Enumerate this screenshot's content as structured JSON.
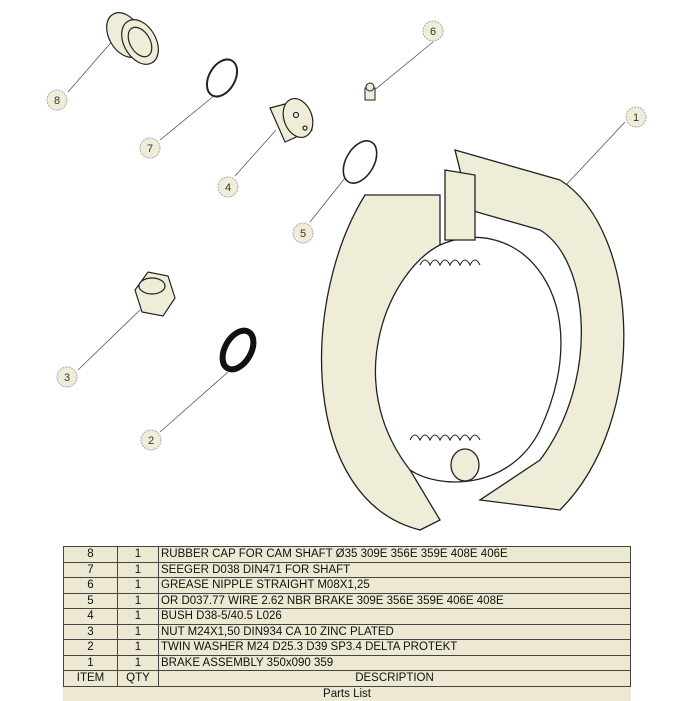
{
  "balloons": {
    "b1": "1",
    "b2": "2",
    "b3": "3",
    "b4": "4",
    "b5": "5",
    "b6": "6",
    "b7": "7",
    "b8": "8"
  },
  "colors": {
    "part_fill": "#efecd8",
    "table_bg": "#ece8d2",
    "line": "#222222"
  },
  "parts_list": {
    "title": "Parts List",
    "headers": {
      "item": "ITEM",
      "qty": "QTY",
      "description": "DESCRIPTION"
    },
    "rows": [
      {
        "item": "8",
        "qty": "1",
        "description": "RUBBER CAP FOR CAM SHAFT Ø35 309E 356E 359E 408E 406E"
      },
      {
        "item": "7",
        "qty": "1",
        "description": "SEEGER D038 DIN471 FOR SHAFT"
      },
      {
        "item": "6",
        "qty": "1",
        "description": "GREASE NIPPLE STRAIGHT M08X1,25"
      },
      {
        "item": "5",
        "qty": "1",
        "description": "OR D037.77 WIRE 2.62 NBR BRAKE 309E 356E 359E 406E 408E"
      },
      {
        "item": "4",
        "qty": "1",
        "description": "BUSH D38-5/40.5  L026"
      },
      {
        "item": "3",
        "qty": "1",
        "description": "NUT M24X1,50 DIN934 CA 10 ZINC PLATED"
      },
      {
        "item": "2",
        "qty": "1",
        "description": "TWIN WASHER M24 D25.3 D39 SP3.4 DELTA PROTEKT"
      },
      {
        "item": "1",
        "qty": "1",
        "description": "BRAKE ASSEMBLY 350x090 359"
      }
    ]
  }
}
